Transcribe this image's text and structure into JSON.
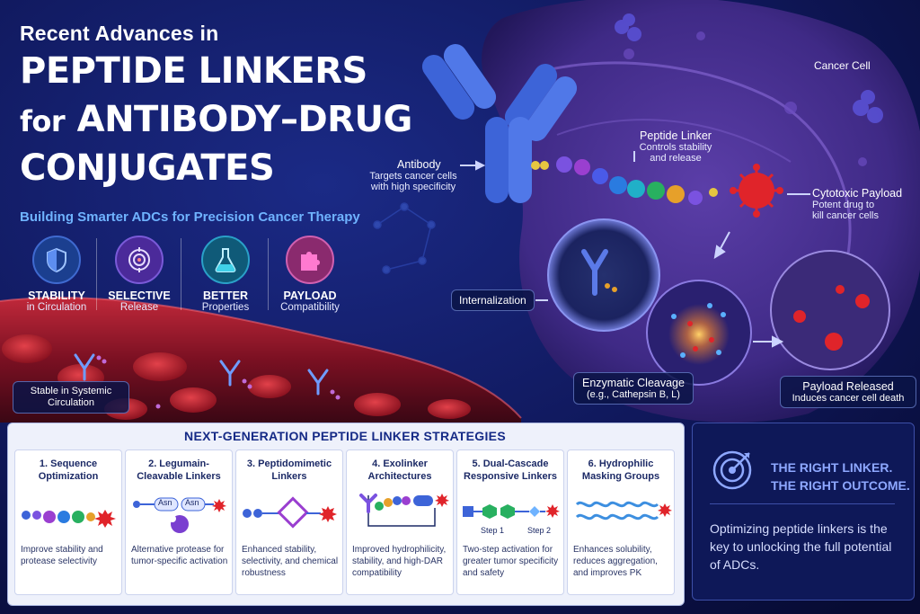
{
  "title": {
    "pre": "Recent Advances in",
    "line1": "PEPTIDE LINKERS",
    "line2_small": "for",
    "line2": "ANTIBODY–DRUG",
    "line3": "CONJUGATES",
    "subtitle": "Building Smarter ADCs for Precision Cancer Therapy"
  },
  "features": [
    {
      "icon": "shield-icon",
      "name": "STABILITY",
      "sub": "in Circulation",
      "color": "#1b3f8f"
    },
    {
      "icon": "target-icon",
      "name": "SELECTIVE",
      "sub": "Release",
      "color": "#4b2a9a"
    },
    {
      "icon": "flask-icon",
      "name": "BETTER",
      "sub": "Properties",
      "color": "#0f5a78"
    },
    {
      "icon": "puzzle-icon",
      "name": "PAYLOAD",
      "sub": "Compatibility",
      "color": "#8a2a6e"
    }
  ],
  "labels": {
    "cancer_cell": "Cancer Cell",
    "antibody": "Antibody",
    "antibody_desc": "Targets cancer cells with high specificity",
    "peptide_linker": "Peptide Linker",
    "peptide_linker_desc": "Controls stability and release",
    "payload": "Cytotoxic Payload",
    "payload_desc": "Potent drug to kill cancer cells",
    "internalization": "Internalization",
    "cleavage": "Enzymatic Cleavage",
    "cleavage_desc": "(e.g., Cathepsin B, L)",
    "released": "Payload Released",
    "released_desc": "Induces cancer cell death",
    "circulation": "Stable in Systemic Circulation"
  },
  "strategies": {
    "title": "NEXT-GENERATION PEPTIDE LINKER STRATEGIES",
    "items": [
      {
        "head": "1. Sequence Optimization",
        "desc": "Improve stability and protease selectivity"
      },
      {
        "head": "2. Legumain-Cleavable Linkers",
        "desc": "Alternative protease for tumor-specific activation",
        "tags": [
          "Asn",
          "Asn"
        ]
      },
      {
        "head": "3. Peptidomimetic Linkers",
        "desc": "Enhanced stability, selectivity, and chemical robustness"
      },
      {
        "head": "4. Exolinker Architectures",
        "desc": "Improved hydrophilicity, stability, and high-DAR compatibility"
      },
      {
        "head": "5. Dual-Cascade Responsive Linkers",
        "desc": "Two-step activation for greater tumor specificity and safety",
        "tags": [
          "Step 1",
          "Step 2"
        ]
      },
      {
        "head": "6. Hydrophilic Masking Groups",
        "desc": "Enhances solubility, reduces aggregation, and improves PK"
      }
    ]
  },
  "outcome": {
    "tag1": "THE RIGHT LINKER.",
    "tag2": "THE RIGHT OUTCOME.",
    "text": "Optimizing peptide linkers is the key to unlocking the full potential of ADCs."
  },
  "colors": {
    "accent": "#6fb3ff",
    "panel": "#eef1fb",
    "payload": "#e0242a",
    "antibody": "#3d64d8"
  }
}
